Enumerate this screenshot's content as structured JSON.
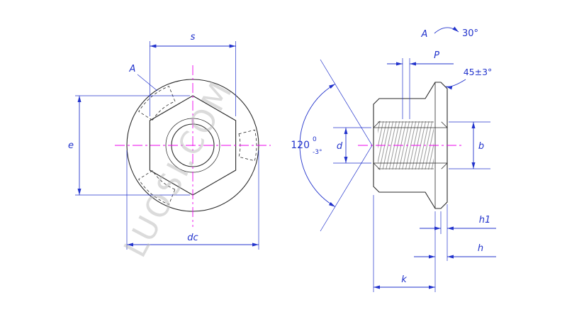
{
  "colors": {
    "background": "#ffffff",
    "outline": "#2a2a2a",
    "dimension": "#2233cc",
    "centerline": "#ee00ee",
    "thread": "#555555",
    "watermark": "#b9b9b9"
  },
  "watermark": {
    "text": "LUOSI.COM"
  },
  "front_view": {
    "dim_s": "s",
    "dim_e": "e",
    "dim_dc": "dc",
    "detail_label": "A",
    "cone_angle": "120",
    "cone_angle_upper_tol": "0",
    "cone_angle_lower_tol": "-3°"
  },
  "side_view": {
    "dim_pitch": "P",
    "chamfer_angle": "45±3°",
    "dim_d": "d",
    "dim_b": "b",
    "dim_h1": "h1",
    "dim_h": "h",
    "dim_k": "k",
    "detail_label": "A",
    "detail_angle": "30°"
  }
}
